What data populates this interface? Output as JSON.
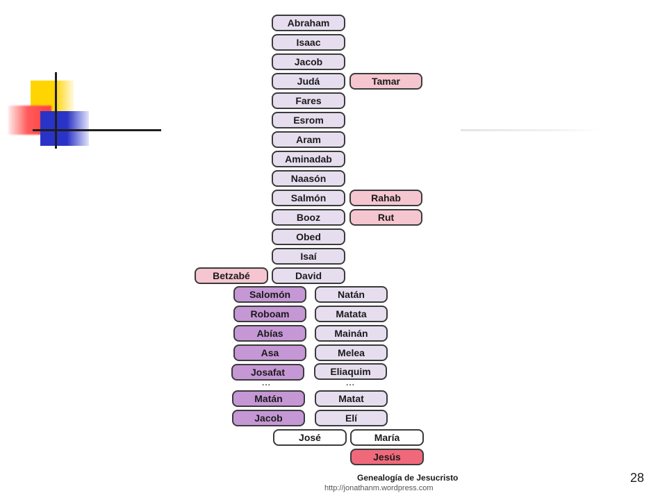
{
  "slide": {
    "page_number": "28",
    "caption_title": "Genealogía de Jesucristo",
    "caption_url": "http://jonathanm.wordpress.com"
  },
  "genealogy": {
    "patriarchs": [
      "Abraham",
      "Isaac",
      "Jacob",
      "Judá",
      "Fares",
      "Esrom",
      "Aram",
      "Aminadab",
      "Naasón",
      "Salmón",
      "Booz",
      "Obed",
      "Isaí",
      "David"
    ],
    "women": {
      "tamar": "Tamar",
      "rahab": "Rahab",
      "rut": "Rut",
      "betzabe": "Betzabé"
    },
    "solomon_line": [
      "Salomón",
      "Roboam",
      "Abías",
      "Asa",
      "Josafat",
      "Matán",
      "Jacob"
    ],
    "nathan_line": [
      "Natán",
      "Matata",
      "Mainán",
      "Melea",
      "Eliaquim",
      "Matat",
      "Elí"
    ],
    "ellipsis": "...",
    "parents": {
      "jose": "José",
      "maria": "María"
    },
    "child": "Jesús"
  },
  "colors": {
    "main_line": "#e6deef",
    "women": "#f5c6d0",
    "solomon_line": "#c597d5",
    "nathan_line": "#e6deef",
    "parents": "#ffffff",
    "jesus": "#f0697b"
  },
  "decoration": {
    "accent_yellow": "#ffd400",
    "accent_red": "#ff4040",
    "accent_blue": "#2a33c8"
  }
}
